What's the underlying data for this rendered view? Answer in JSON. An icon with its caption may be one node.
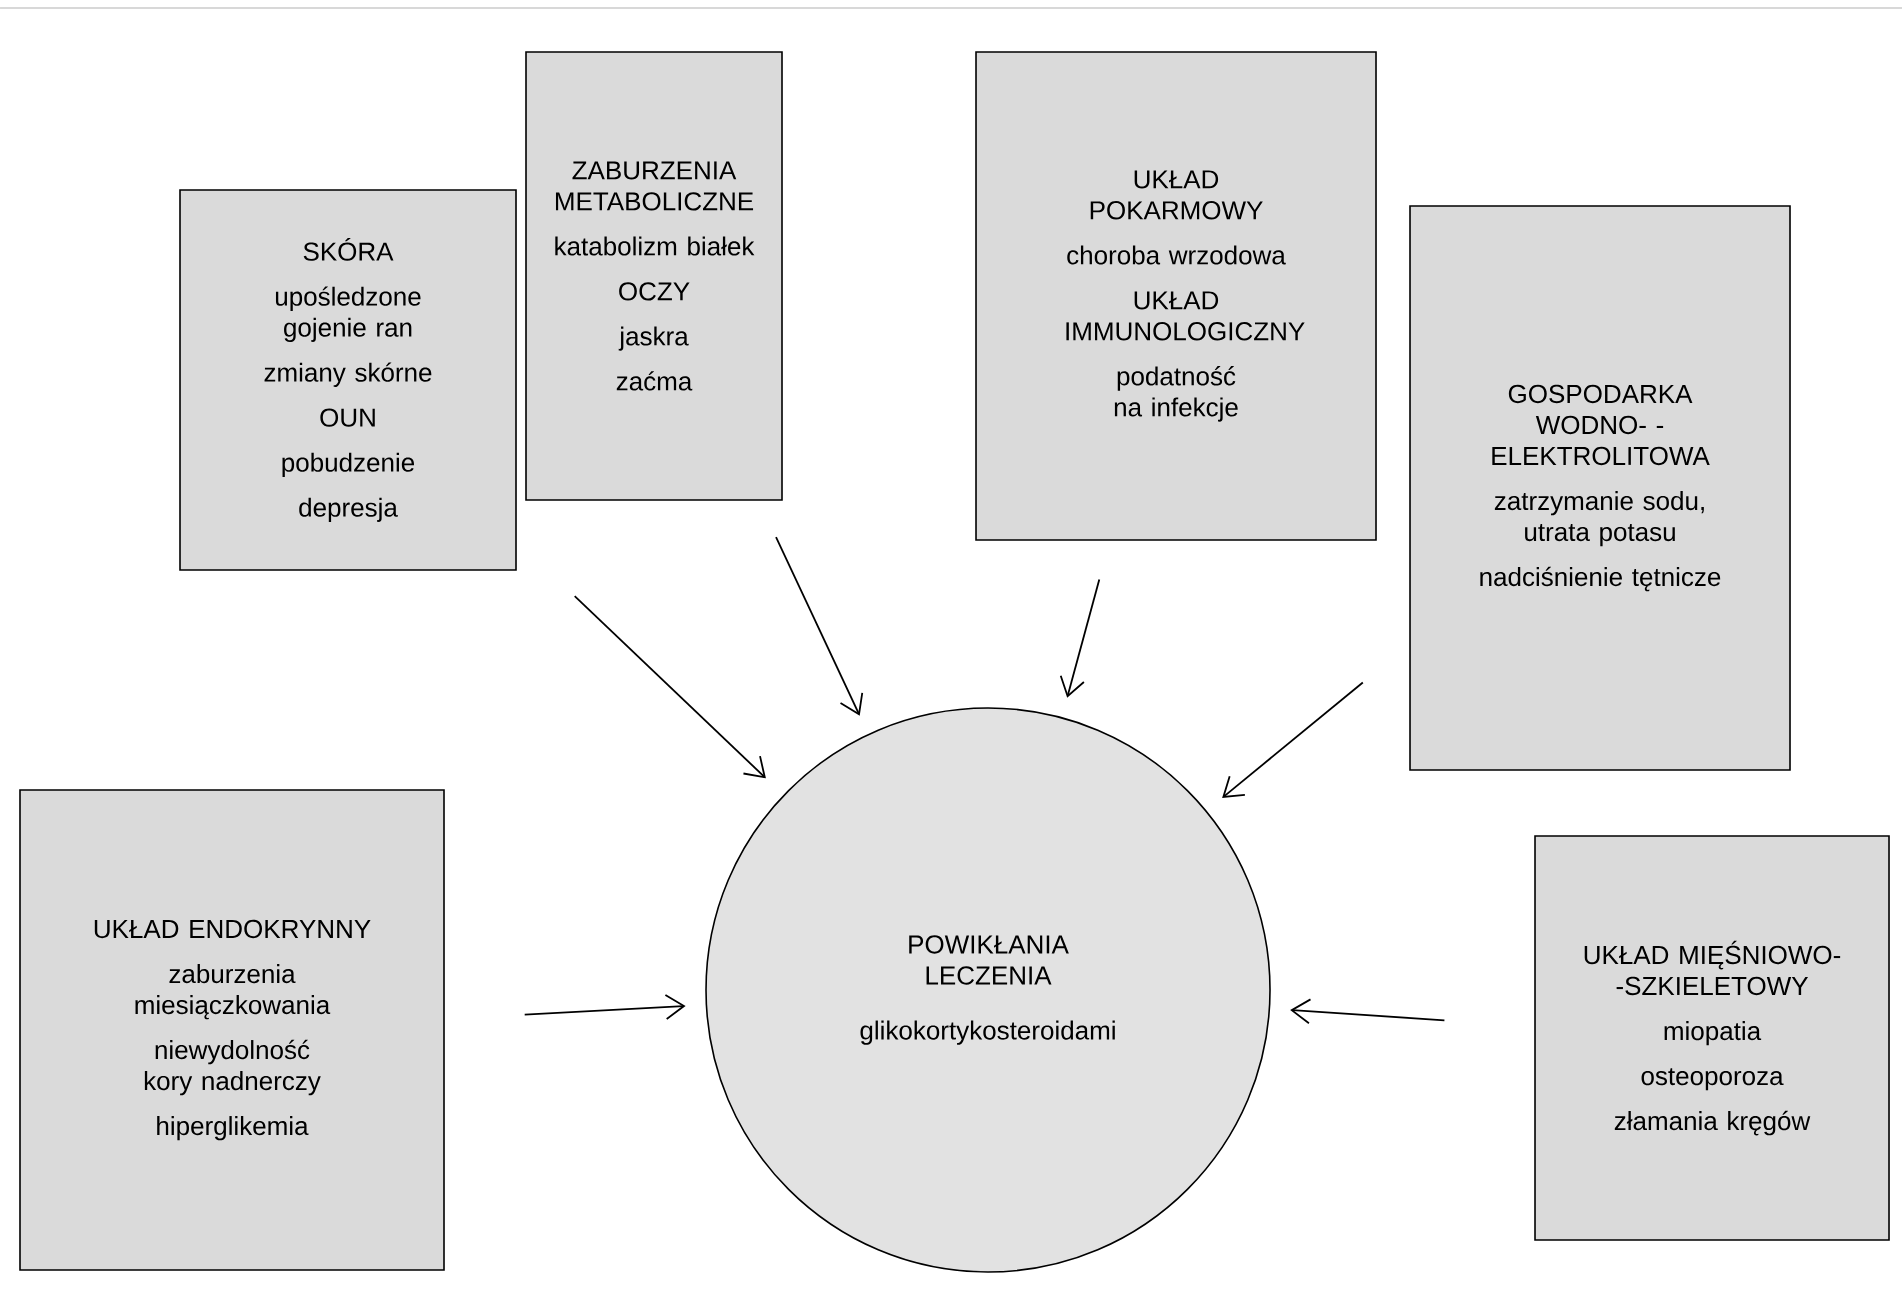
{
  "diagram": {
    "nodes": [
      {
        "text": [
          "POWIKŁANIA LECZENIA",
          "glikokortykosteroidami"
        ]
      },
      {
        "text": [
          "SKÓRA",
          "upośledzone gojenie ran",
          "zmiany skórne",
          "OUN",
          "pobudzenie",
          "depresja"
        ]
      },
      {
        "text": [
          "ZABURZENIA METABOLICZNE",
          "katabolizm białek",
          "OCZY",
          "jaskra",
          "zaćma"
        ]
      },
      {
        "text": [
          "UKŁAD POKARMOWY",
          "choroba wrzodowa",
          "UKŁAD IMMUNOLOGICZNY",
          "podatność na infekcje"
        ]
      },
      {
        "text": [
          "GOSPODARKA WODNO- -ELEKTROLITOWA",
          "zatrzymanie sodu, utrata potasu",
          "nadciśnienie tętnicze"
        ]
      },
      {
        "text": [
          "UKŁAD ENDOKRYNNY",
          "zaburzenia miesiączkowania",
          "niewydolność kory nadnerczy",
          "hiperglikemia"
        ]
      },
      {
        "text": [
          "UKŁAD MIĘŚNIOWO- -SZKIELETOWY",
          "miopatia",
          "osteoporoza",
          "złamania kręgów"
        ]
      }
    ],
    "edges": [
      {
        "from": 1,
        "to": 0,
        "arrow": "to"
      },
      {
        "from": 2,
        "to": 0,
        "arrow": "to"
      },
      {
        "from": 3,
        "to": 0,
        "arrow": "to"
      },
      {
        "from": 4,
        "to": 0,
        "arrow": "to"
      },
      {
        "from": 5,
        "to": 0,
        "arrow": "to"
      },
      {
        "from": 6,
        "to": 0,
        "arrow": "to"
      }
    ]
  }
}
